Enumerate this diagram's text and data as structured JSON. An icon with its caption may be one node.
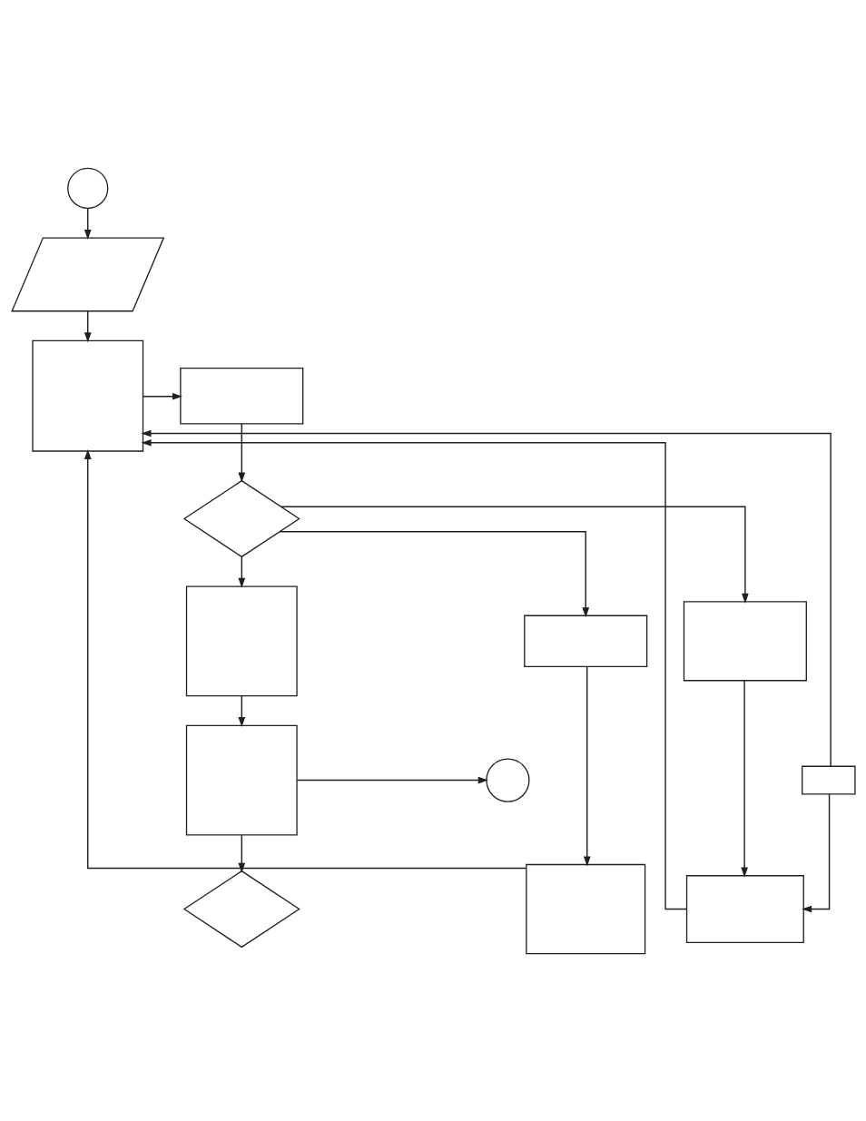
{
  "diagram": {
    "nodes": [
      {
        "text": [],
        "shape": "circle"
      },
      {
        "text": [],
        "shape": "parallelogram"
      },
      {
        "text": [],
        "shape": "box"
      },
      {
        "text": [],
        "shape": "box"
      },
      {
        "text": [],
        "shape": "diamond"
      },
      {
        "text": [],
        "shape": "box"
      },
      {
        "text": [],
        "shape": "box"
      },
      {
        "text": [],
        "shape": "box"
      },
      {
        "text": [],
        "shape": "box"
      },
      {
        "text": [],
        "shape": "circle"
      },
      {
        "text": [],
        "shape": "box"
      },
      {
        "text": [],
        "shape": "box"
      },
      {
        "text": [],
        "shape": "box"
      },
      {
        "text": [],
        "shape": "diamond"
      }
    ],
    "edges": [
      {
        "from": 0,
        "to": 1,
        "arrow": "to"
      },
      {
        "from": 1,
        "to": 2,
        "arrow": "to"
      },
      {
        "from": 2,
        "to": 3,
        "arrow": "to"
      },
      {
        "from": 3,
        "to": 4,
        "arrow": "to"
      },
      {
        "from": 4,
        "to": 5,
        "arrow": "to"
      },
      {
        "from": 4,
        "to": 6,
        "arrow": "to"
      },
      {
        "from": 4,
        "to": 7,
        "arrow": "to"
      },
      {
        "from": 5,
        "to": 8,
        "arrow": "to"
      },
      {
        "from": 8,
        "to": 9,
        "arrow": "to"
      },
      {
        "from": 8,
        "to": 13,
        "arrow": "to"
      },
      {
        "from": 6,
        "to": 12,
        "arrow": "to"
      },
      {
        "from": 7,
        "to": 11,
        "arrow": "to"
      },
      {
        "from": 10,
        "to": 11,
        "arrow": "to"
      },
      {
        "from": 12,
        "to": 2,
        "arrow": "to"
      },
      {
        "from": 10,
        "to": 2,
        "arrow": "to"
      },
      {
        "from": 11,
        "to": 2,
        "arrow": "to"
      }
    ]
  }
}
